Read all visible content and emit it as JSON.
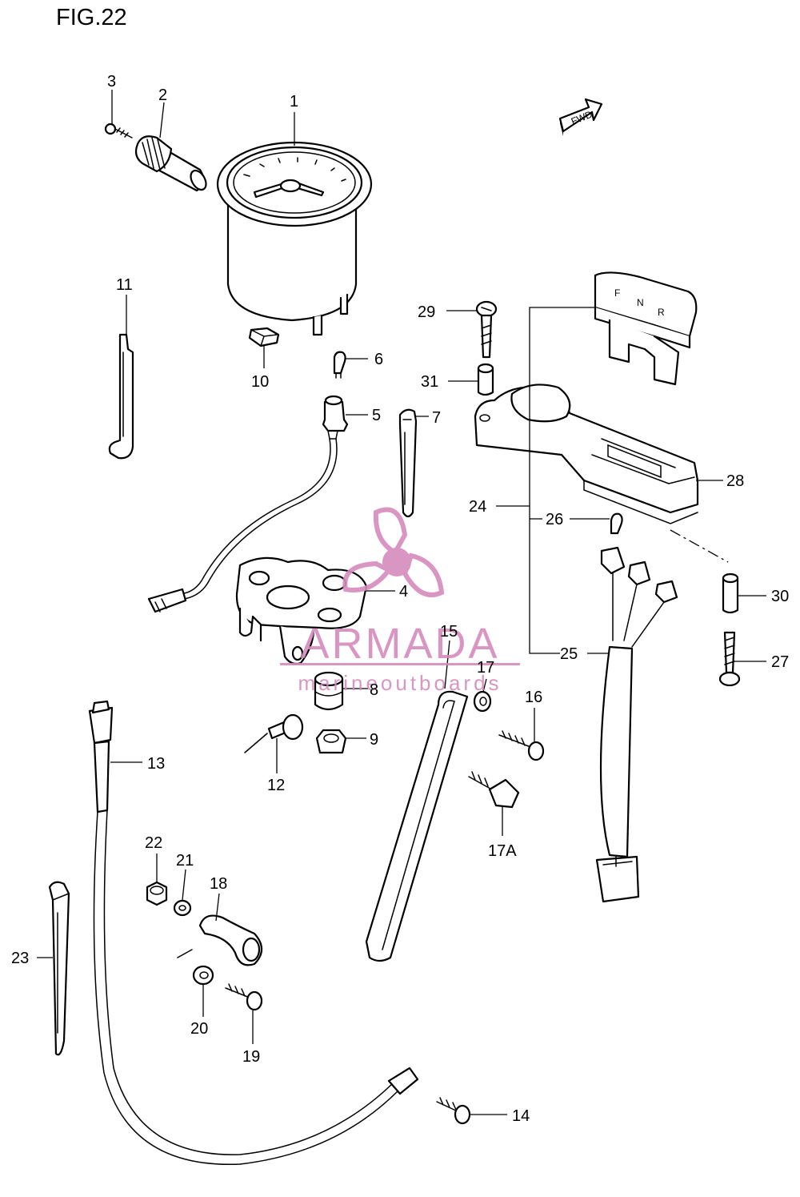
{
  "figure": {
    "title": "FIG.22"
  },
  "fwd_label": "FWD",
  "shift_symbols": [
    "F",
    "N",
    "R"
  ],
  "watermark": {
    "brand": "ARMADA",
    "tagline": "marineoutboards",
    "color": "#d58bbd"
  },
  "callouts": [
    {
      "id": "c1",
      "label": "1"
    },
    {
      "id": "c2",
      "label": "2"
    },
    {
      "id": "c3",
      "label": "3"
    },
    {
      "id": "c4",
      "label": "4"
    },
    {
      "id": "c5",
      "label": "5"
    },
    {
      "id": "c6",
      "label": "6"
    },
    {
      "id": "c7",
      "label": "7"
    },
    {
      "id": "c8",
      "label": "8"
    },
    {
      "id": "c9",
      "label": "9"
    },
    {
      "id": "c10",
      "label": "10"
    },
    {
      "id": "c11",
      "label": "11"
    },
    {
      "id": "c12",
      "label": "12"
    },
    {
      "id": "c13",
      "label": "13"
    },
    {
      "id": "c14",
      "label": "14"
    },
    {
      "id": "c15",
      "label": "15"
    },
    {
      "id": "c16",
      "label": "16"
    },
    {
      "id": "c17",
      "label": "17"
    },
    {
      "id": "c17a",
      "label": "17A"
    },
    {
      "id": "c18",
      "label": "18"
    },
    {
      "id": "c19",
      "label": "19"
    },
    {
      "id": "c20",
      "label": "20"
    },
    {
      "id": "c21",
      "label": "21"
    },
    {
      "id": "c22",
      "label": "22"
    },
    {
      "id": "c23",
      "label": "23"
    },
    {
      "id": "c24",
      "label": "24"
    },
    {
      "id": "c25",
      "label": "25"
    },
    {
      "id": "c26",
      "label": "26"
    },
    {
      "id": "c27",
      "label": "27"
    },
    {
      "id": "c28",
      "label": "28"
    },
    {
      "id": "c29",
      "label": "29"
    },
    {
      "id": "c30",
      "label": "30"
    },
    {
      "id": "c31",
      "label": "31"
    }
  ]
}
